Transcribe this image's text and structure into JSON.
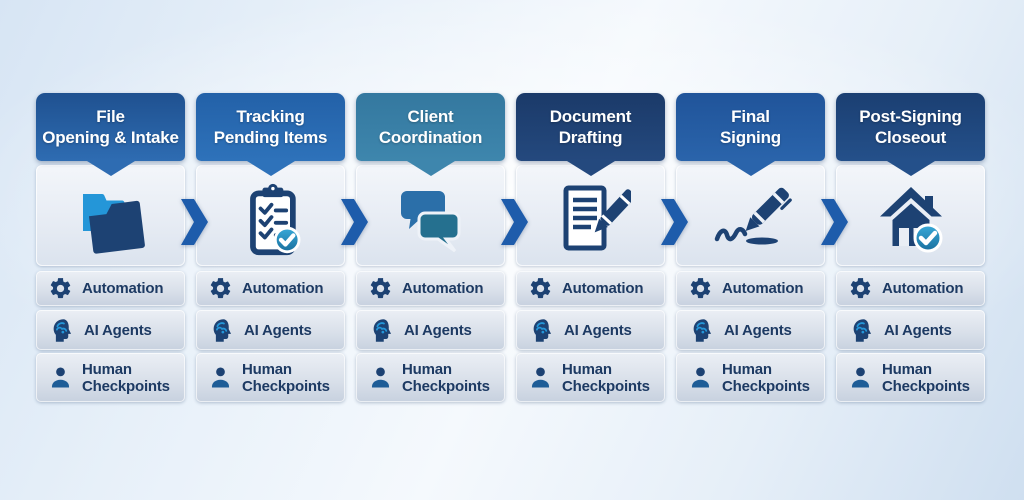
{
  "diagram_name": "real-estate-closing-process-flow",
  "stages": [
    {
      "title_line1": "File",
      "title_line2": "Opening & Intake",
      "icon": "folder-icon",
      "header_top": "#1f5190",
      "header_bottom": "#2e6cb2"
    },
    {
      "title_line1": "Tracking",
      "title_line2": "Pending Items",
      "icon": "clipboard-check-icon",
      "header_top": "#2361a8",
      "header_bottom": "#2e72ba"
    },
    {
      "title_line1": "Client",
      "title_line2": "Coordination",
      "icon": "chat-bubbles-icon",
      "header_top": "#34789f",
      "header_bottom": "#3e86ad"
    },
    {
      "title_line1": "Document",
      "title_line2": "Drafting",
      "icon": "document-pen-icon",
      "header_top": "#1b3a69",
      "header_bottom": "#24497e"
    },
    {
      "title_line1": "Final",
      "title_line2": "Signing",
      "icon": "pen-signature-icon",
      "header_top": "#20549a",
      "header_bottom": "#2a64ab"
    },
    {
      "title_line1": "Post-Signing",
      "title_line2": "Closeout",
      "icon": "house-check-icon",
      "header_top": "#1b3f72",
      "header_bottom": "#24508a"
    }
  ],
  "rows": [
    {
      "label": "Automation",
      "icon": "gear-icon"
    },
    {
      "label": "AI Agents",
      "icon": "ai-brain-icon"
    },
    {
      "label": "Human Checkpoints",
      "icon": "person-icon"
    }
  ],
  "colors": {
    "chevron": "#1e5cab",
    "row_text": "#1d3a63",
    "icon_navy": "#1d4273",
    "icon_mid_blue": "#1e5d97",
    "icon_bubble_blue": "#2b6fa9",
    "icon_bubble_teal": "#25708f",
    "icon_light_blue": "#2496d8",
    "badge_teal_top": "#38a9d8",
    "badge_teal_bottom": "#1a6f9e"
  }
}
